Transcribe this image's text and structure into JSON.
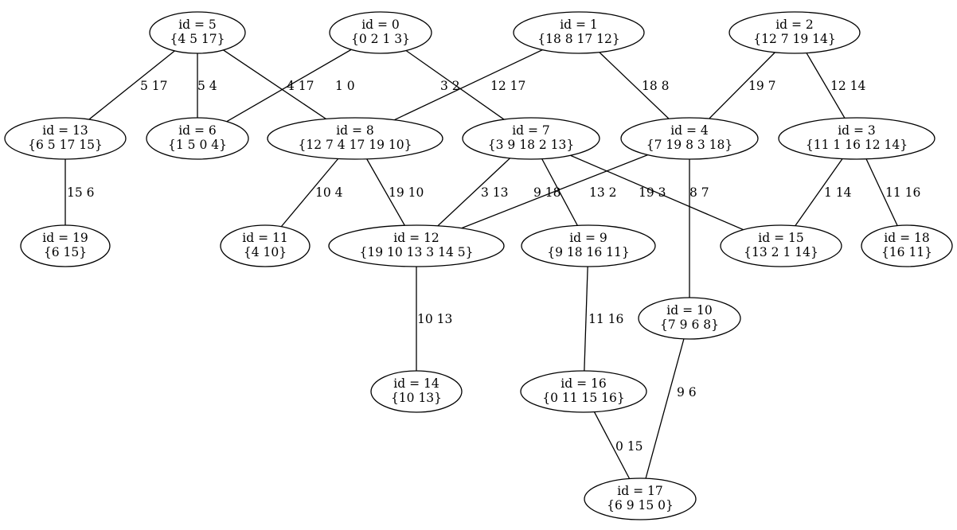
{
  "graph": {
    "nodes": [
      {
        "key": "n5",
        "id_label": "id = 5",
        "set_label": "{4 5 17}"
      },
      {
        "key": "n0",
        "id_label": "id = 0",
        "set_label": "{0 2 1 3}"
      },
      {
        "key": "n1",
        "id_label": "id = 1",
        "set_label": "{18 8 17 12}"
      },
      {
        "key": "n2",
        "id_label": "id = 2",
        "set_label": "{12 7 19 14}"
      },
      {
        "key": "n13",
        "id_label": "id = 13",
        "set_label": "{6 5 17 15}"
      },
      {
        "key": "n6",
        "id_label": "id = 6",
        "set_label": "{1 5 0 4}"
      },
      {
        "key": "n8",
        "id_label": "id = 8",
        "set_label": "{12 7 4 17 19 10}"
      },
      {
        "key": "n7",
        "id_label": "id = 7",
        "set_label": "{3 9 18 2 13}"
      },
      {
        "key": "n4",
        "id_label": "id = 4",
        "set_label": "{7 19 8 3 18}"
      },
      {
        "key": "n3",
        "id_label": "id = 3",
        "set_label": "{11 1 16 12 14}"
      },
      {
        "key": "n19",
        "id_label": "id = 19",
        "set_label": "{6 15}"
      },
      {
        "key": "n11",
        "id_label": "id = 11",
        "set_label": "{4 10}"
      },
      {
        "key": "n12",
        "id_label": "id = 12",
        "set_label": "{19 10 13 3 14 5}"
      },
      {
        "key": "n9",
        "id_label": "id = 9",
        "set_label": "{9 18 16 11}"
      },
      {
        "key": "n15",
        "id_label": "id = 15",
        "set_label": "{13 2 1 14}"
      },
      {
        "key": "n18",
        "id_label": "id = 18",
        "set_label": "{16 11}"
      },
      {
        "key": "n10",
        "id_label": "id = 10",
        "set_label": "{7 9 6 8}"
      },
      {
        "key": "n14",
        "id_label": "id = 14",
        "set_label": "{10 13}"
      },
      {
        "key": "n16",
        "id_label": "id = 16",
        "set_label": "{0 11 15 16}"
      },
      {
        "key": "n17",
        "id_label": "id = 17",
        "set_label": "{6 9 15 0}"
      }
    ],
    "edges": [
      {
        "from": "n5",
        "to": "n13",
        "label": "5 17"
      },
      {
        "from": "n5",
        "to": "n6",
        "label": "5 4"
      },
      {
        "from": "n5",
        "to": "n8",
        "label": "4 17"
      },
      {
        "from": "n0",
        "to": "n6",
        "label": "1 0"
      },
      {
        "from": "n0",
        "to": "n7",
        "label": "3 2"
      },
      {
        "from": "n1",
        "to": "n8",
        "label": "12 17"
      },
      {
        "from": "n1",
        "to": "n4",
        "label": "18 8"
      },
      {
        "from": "n2",
        "to": "n4",
        "label": "19 7"
      },
      {
        "from": "n2",
        "to": "n3",
        "label": "12 14"
      },
      {
        "from": "n13",
        "to": "n19",
        "label": "15 6"
      },
      {
        "from": "n8",
        "to": "n11",
        "label": "10 4"
      },
      {
        "from": "n8",
        "to": "n12",
        "label": "19 10"
      },
      {
        "from": "n7",
        "to": "n12",
        "label": "3 13"
      },
      {
        "from": "n7",
        "to": "n9",
        "label": "9 18"
      },
      {
        "from": "n7",
        "to": "n15",
        "label": "13 2"
      },
      {
        "from": "n4",
        "to": "n12",
        "label": "19 3"
      },
      {
        "from": "n4",
        "to": "n10",
        "label": "8 7"
      },
      {
        "from": "n3",
        "to": "n15",
        "label": "1 14"
      },
      {
        "from": "n3",
        "to": "n18",
        "label": "11 16"
      },
      {
        "from": "n12",
        "to": "n14",
        "label": "10 13"
      },
      {
        "from": "n9",
        "to": "n16",
        "label": "11 16"
      },
      {
        "from": "n10",
        "to": "n17",
        "label": "9 6"
      },
      {
        "from": "n16",
        "to": "n17",
        "label": "0 15"
      }
    ]
  }
}
